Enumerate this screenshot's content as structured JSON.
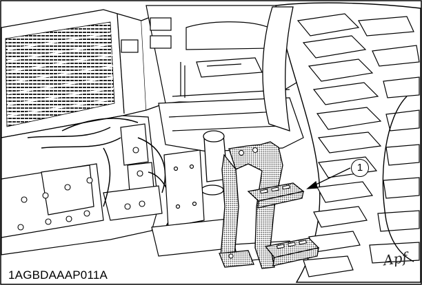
{
  "figure": {
    "caption": "1AGBDAAAP011A",
    "callout": {
      "number": "1",
      "target": "step"
    },
    "signature": "Apf",
    "colors": {
      "line": "#000000",
      "background": "#ffffff",
      "stipple": "#555555"
    }
  }
}
